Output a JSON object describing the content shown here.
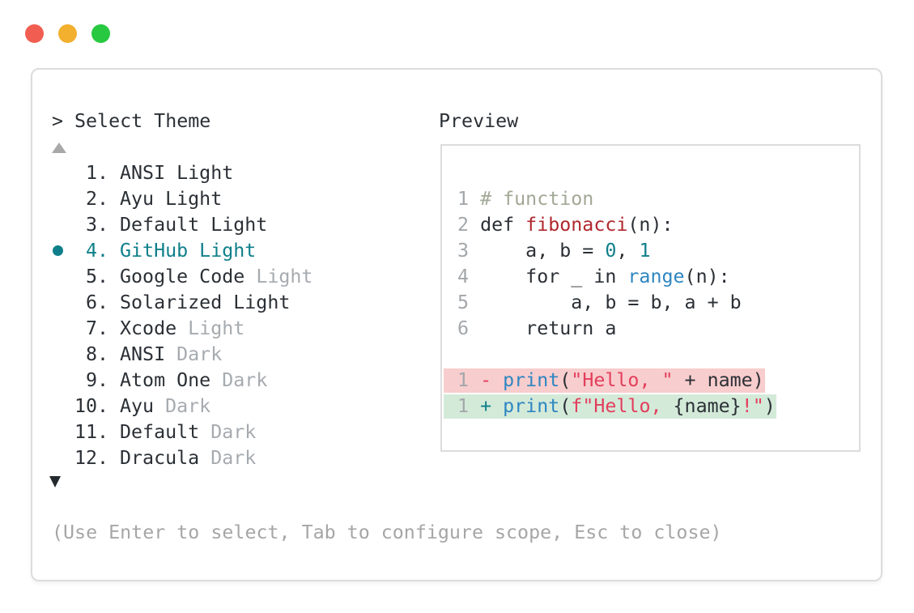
{
  "colors": {
    "close": "#f15e51",
    "minimize": "#f2b02e",
    "zoom": "#28c840",
    "dark": "#2b3036",
    "code": "#2b3036",
    "gray": "#a6abb0",
    "hint": "#a6a6a6",
    "linenum": "#a3a7ab",
    "comment": "#a2a896",
    "teal": "#0e7f8a",
    "blue": "#2e86c1",
    "crimson": "#e23e5c",
    "darkred": "#b0282e",
    "delbg": "#f8cdcd",
    "insbg": "#d4ead9",
    "border": "#dcdcdc"
  },
  "picker": {
    "prompt_symbol": ">",
    "title": "Select Theme",
    "selected_theme": "GitHub Light",
    "items": [
      {
        "num": "1.",
        "name": "ANSI Light",
        "variant": "",
        "selected": false
      },
      {
        "num": "2.",
        "name": "Ayu Light",
        "variant": "",
        "selected": false
      },
      {
        "num": "3.",
        "name": "Default Light",
        "variant": "",
        "selected": false
      },
      {
        "num": "4.",
        "name": "GitHub Light",
        "variant": "",
        "selected": true
      },
      {
        "num": "5.",
        "name": "Google Code",
        "variant": "Light",
        "selected": false
      },
      {
        "num": "6.",
        "name": "Solarized Light",
        "variant": "",
        "selected": false
      },
      {
        "num": "7.",
        "name": "Xcode",
        "variant": "Light",
        "selected": false
      },
      {
        "num": "8.",
        "name": "ANSI",
        "variant": "Dark",
        "selected": false
      },
      {
        "num": "9.",
        "name": "Atom One",
        "variant": "Dark",
        "selected": false
      },
      {
        "num": "10.",
        "name": "Ayu",
        "variant": "Dark",
        "selected": false
      },
      {
        "num": "11.",
        "name": "Default",
        "variant": "Dark",
        "selected": false
      },
      {
        "num": "12.",
        "name": "Dracula",
        "variant": "Dark",
        "selected": false
      }
    ],
    "hint": "(Use Enter to select, Tab to configure scope, Esc to close)"
  },
  "preview": {
    "label": "Preview",
    "code_lines": [
      {
        "segments": [
          {
            "t": "1 ",
            "c": "num"
          },
          {
            "t": "# function",
            "c": "com"
          }
        ]
      },
      {
        "segments": [
          {
            "t": "2 ",
            "c": "num"
          },
          {
            "t": "def ",
            "c": "plain"
          },
          {
            "t": "fibonacci",
            "c": "func"
          },
          {
            "t": "(n):",
            "c": "plain"
          }
        ]
      },
      {
        "segments": [
          {
            "t": "3 ",
            "c": "num"
          },
          {
            "t": "    a, b = ",
            "c": "plain"
          },
          {
            "t": "0",
            "c": "numlit"
          },
          {
            "t": ", ",
            "c": "plain"
          },
          {
            "t": "1",
            "c": "numlit"
          }
        ]
      },
      {
        "segments": [
          {
            "t": "4 ",
            "c": "num"
          },
          {
            "t": "    for _ in ",
            "c": "plain"
          },
          {
            "t": "range",
            "c": "call"
          },
          {
            "t": "(n):",
            "c": "plain"
          }
        ]
      },
      {
        "segments": [
          {
            "t": "5 ",
            "c": "num"
          },
          {
            "t": "        a, b = b, a + b",
            "c": "plain"
          }
        ]
      },
      {
        "segments": [
          {
            "t": "6 ",
            "c": "num"
          },
          {
            "t": "    return a",
            "c": "plain"
          }
        ]
      },
      {
        "segments": []
      },
      {
        "diff": "removed",
        "segments": [
          {
            "t": "1 ",
            "c": "num"
          },
          {
            "t": "- ",
            "c": "del"
          },
          {
            "t": "print",
            "c": "call"
          },
          {
            "t": "(",
            "c": "plain"
          },
          {
            "t": "\"Hello, \"",
            "c": "str"
          },
          {
            "t": " + name)",
            "c": "plain"
          }
        ]
      },
      {
        "diff": "added",
        "segments": [
          {
            "t": "1 ",
            "c": "num"
          },
          {
            "t": "+ ",
            "c": "ins"
          },
          {
            "t": "print",
            "c": "call"
          },
          {
            "t": "(",
            "c": "plain"
          },
          {
            "t": "f\"Hello, ",
            "c": "str"
          },
          {
            "t": "{name}",
            "c": "plain"
          },
          {
            "t": "!\"",
            "c": "str"
          },
          {
            "t": ")",
            "c": "plain"
          }
        ]
      }
    ]
  }
}
